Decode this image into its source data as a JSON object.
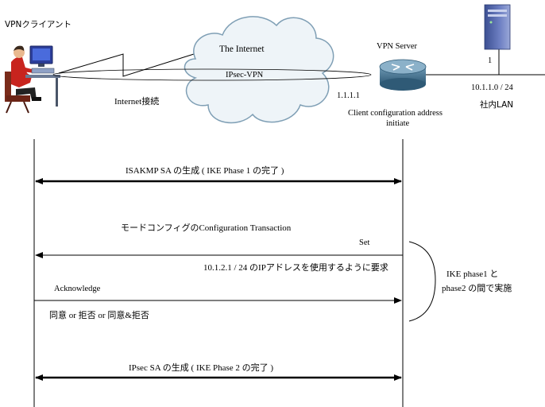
{
  "top": {
    "client_label": "VPNクライアント",
    "internet_label": "The Internet",
    "tunnel_label": "IPsec-VPN",
    "connection_label": "Internet接続",
    "server_ip": "1.1.1.1",
    "server_label": "VPN Server",
    "client_config_line1": "Client configuration address",
    "client_config_line2": "initiate",
    "lan_port_label": "1",
    "lan_subnet": "10.1.1.0 / 24",
    "lan_label": "社内LAN"
  },
  "sequence": {
    "isakmp": "ISAKMP SA の生成 ( IKE Phase 1 の完了 )",
    "modecfg": "モードコンフィグのConfiguration Transaction",
    "set": "Set",
    "request": "10.1.2.1 / 24 のIPアドレスを使用するように要求",
    "acknowledge": "Acknowledge",
    "consent": "同意 or 拒否 or 同意&拒否",
    "ipsec": "IPsec SA の生成 ( IKE Phase 2 の完了 )",
    "between_line1": "IKE phase1 と",
    "between_line2": "phase2 の間で実施"
  },
  "colors": {
    "line": "#000000",
    "cloud_fill": "#eef4f8",
    "cloud_stroke": "#7f9fb5",
    "router_fill": "#3f6f8c",
    "server_fill": "#5a6fb0"
  },
  "icons": [
    "person-at-computer-icon",
    "cloud-icon",
    "router-icon",
    "server-tower-icon"
  ]
}
